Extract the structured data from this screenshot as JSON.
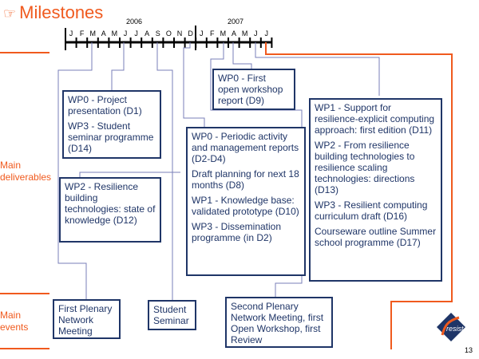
{
  "title": "Milestones",
  "title_icon": "pointing-hand-icon",
  "timeline": {
    "years": [
      "2006",
      "2007"
    ],
    "months_2006": [
      "J",
      "F",
      "M",
      "A",
      "M",
      "J",
      "J",
      "A",
      "S",
      "O",
      "N",
      "D"
    ],
    "months_2007": [
      "J",
      "F",
      "M",
      "A",
      "M",
      "J",
      "J"
    ]
  },
  "side_labels": {
    "deliverables": [
      "Main",
      "deliverables"
    ],
    "events": [
      "Main",
      "events"
    ]
  },
  "deliverables": [
    {
      "id": "box-m3-m6",
      "items": [
        "WP0 - Project presentation (D1)",
        "WP3 - Student seminar programme (D14)"
      ]
    },
    {
      "id": "box-m9",
      "items": [
        "WP2 - Resilience building technologies: state of knowledge (D12)"
      ]
    },
    {
      "id": "box-m12",
      "items": [
        "WP0 - Periodic activity and management reports (D2-D4)",
        "Draft planning for next 18 months (D8)",
        "WP1 - Knowledge base: validated prototype (D10)",
        "WP3 - Dissemination programme (in D2)"
      ]
    },
    {
      "id": "box-m16",
      "items": [
        "WP0 - First open workshop report (D9)"
      ]
    },
    {
      "id": "box-m18",
      "items": [
        "WP1 - Support for resilience-explicit computing approach: first edition (D11)",
        "WP2 - From resilience building technologies to resilience scaling technologies: directions (D13)",
        "WP3 - Resilient computing curriculum draft (D16)",
        "Courseware outline Summer school programme (D17)"
      ]
    }
  ],
  "events": [
    {
      "label": "First Plenary Network Meeting"
    },
    {
      "label": "Student Seminar"
    },
    {
      "label": "Second Plenary Network Meeting, first Open Workshop, first Review"
    }
  ],
  "page_number": "13",
  "logo_text": "resist",
  "colors": {
    "accent": "#f05a1e",
    "navy": "#1f3567",
    "connector": "#7a7fb8"
  }
}
